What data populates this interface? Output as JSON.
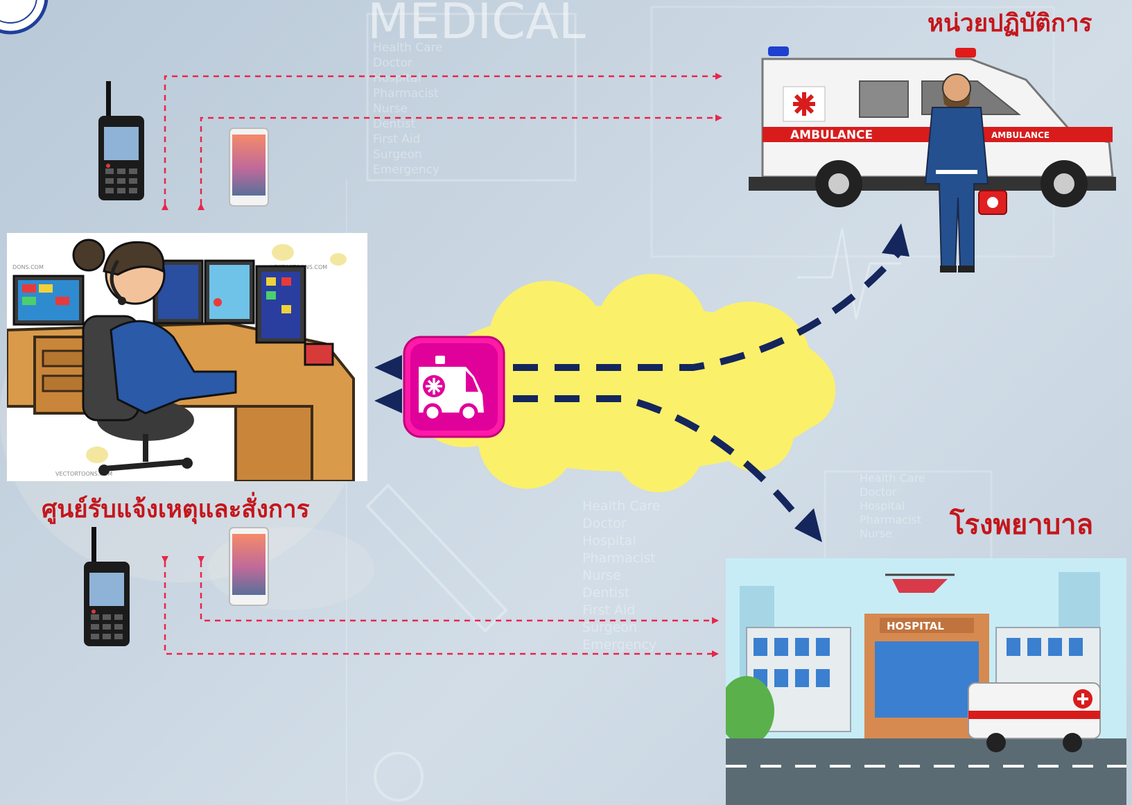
{
  "background": {
    "heading": "MEDICAL",
    "list_items": [
      "Health Care",
      "Doctor",
      "Hospital",
      "Pharmacist",
      "Nurse",
      "Dentist",
      "First Aid",
      "Surgeon",
      "Emergency"
    ]
  },
  "labels": {
    "command_center": "ศูนย์รับแจ้งเหตุและสั่งการ",
    "operation_unit": "หน่วยปฏิบัติการ",
    "hospital": "โรงพยาบาล"
  },
  "images": {
    "ambulance_text_left": "AMBULANCE",
    "ambulance_text_right": "AMBULANCE",
    "hospital_sign": "HOSPITAL",
    "watermark": "VECTORTOONS.COM"
  },
  "colors": {
    "accent_red": "#c4161c",
    "dashed_arrow": "#e8264a",
    "navy_arrow": "#14265c",
    "cloud": "#fbf06a",
    "app_icon": "#ff1aa8"
  }
}
